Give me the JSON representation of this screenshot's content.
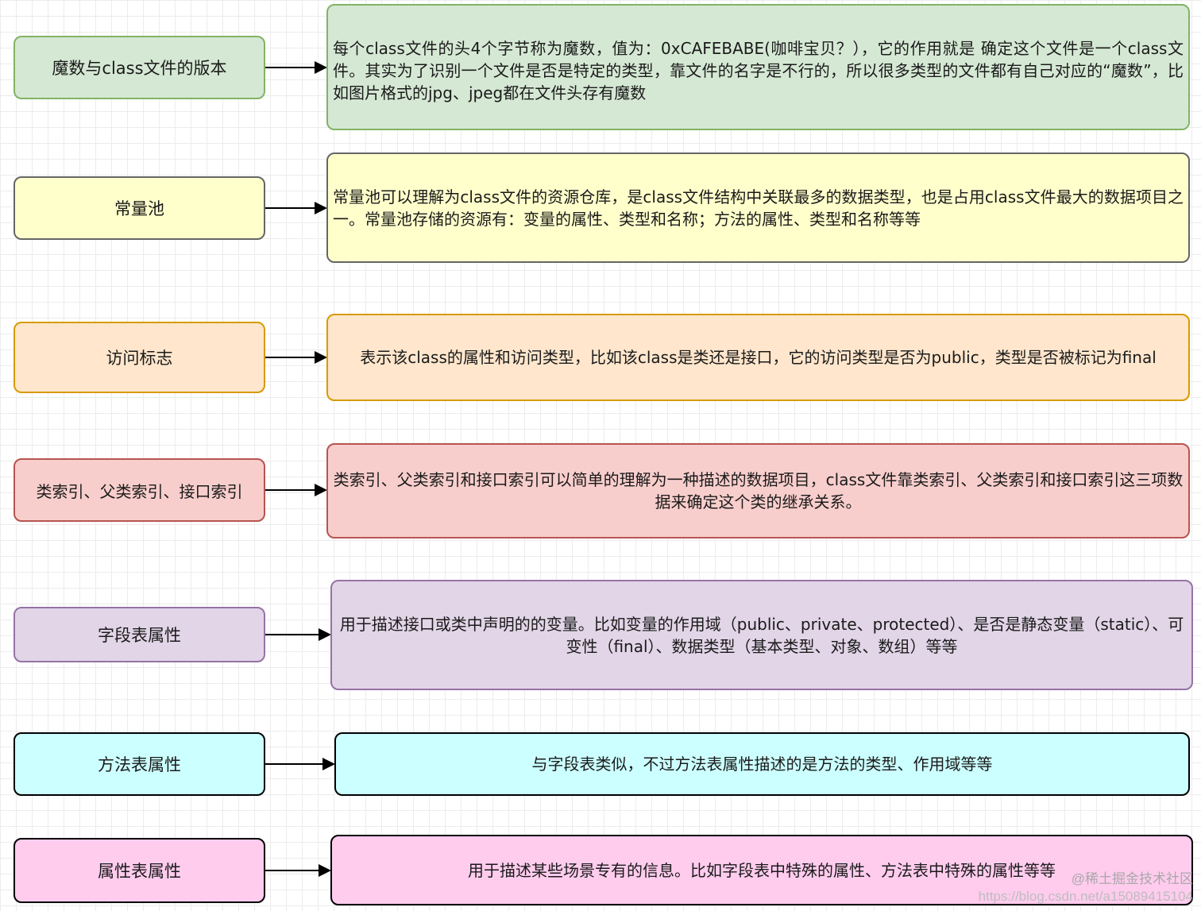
{
  "rows": [
    {
      "label": "魔数与class文件的版本",
      "description": "每个class文件的头4个字节称为魔数，值为：0xCAFEBABE(咖啡宝贝？），它的作用就是 确定这个文件是一个class文件。其实为了识别一个文件是否是特定的类型，靠文件的名字是不行的，所以很多类型的文件都有自己对应的“魔数”，比如图片格式的jpg、jpeg都在文件头存有魔数",
      "fill": "#d5e8d4",
      "stroke": "#82b366"
    },
    {
      "label": "常量池",
      "description": "常量池可以理解为class文件的资源仓库，是class文件结构中关联最多的数据类型，也是占用class文件最大的数据项目之一。常量池存储的资源有：变量的属性、类型和名称；方法的属性、类型和名称等等",
      "fill": "#ffffcc",
      "stroke": "#666666"
    },
    {
      "label": "访问标志",
      "description": "表示该class的属性和访问类型，比如该class是类还是接口，它的访问类型是否为public，类型是否被标记为final",
      "fill": "#ffe6cc",
      "stroke": "#d79b00"
    },
    {
      "label": "类索引、父类索引、接口索引",
      "description": "类索引、父类索引和接口索引可以简单的理解为一种描述的数据项目，class文件靠类索引、父类索引和接口索引这三项数据来确定这个类的继承关系。",
      "fill": "#f8cecc",
      "stroke": "#b85450"
    },
    {
      "label": "字段表属性",
      "description": "用于描述接口或类中声明的的变量。比如变量的作用域（public、private、protected）、是否是静态变量（static）、可变性（final）、数据类型（基本类型、对象、数组）等等",
      "fill": "#e1d5e7",
      "stroke": "#9673a6"
    },
    {
      "label": "方法表属性",
      "description": "与字段表类似，不过方法表属性描述的是方法的类型、作用域等等",
      "fill": "#ccffff",
      "stroke": "#000000"
    },
    {
      "label": "属性表属性",
      "description": "用于描述某些场景专有的信息。比如字段表中特殊的属性、方法表中特殊的属性等等",
      "fill": "#ffccee",
      "stroke": "#000000"
    }
  ],
  "watermark": {
    "line1": "@稀土掘金技术社区",
    "line2": "https://blog.csdn.net/a15089415104"
  }
}
